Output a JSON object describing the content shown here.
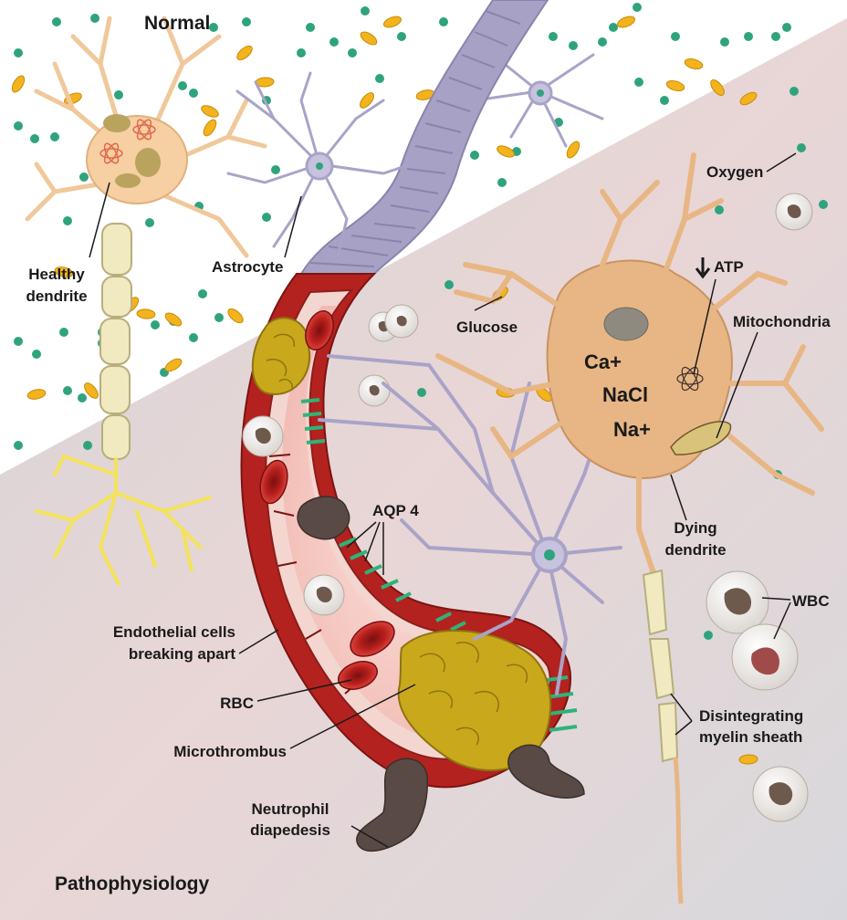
{
  "sections": {
    "normal": "Normal",
    "pathophysiology": "Pathophysiology"
  },
  "labels": {
    "healthy_dendrite_1": "Healthy",
    "healthy_dendrite_2": "dendrite",
    "astrocyte": "Astrocyte",
    "oxygen": "Oxygen",
    "atp": "ATP",
    "glucose": "Glucose",
    "mitochondria": "Mitochondria",
    "aqp4": "AQP 4",
    "dying_dendrite_1": "Dying",
    "dying_dendrite_2": "dendrite",
    "wbc": "WBC",
    "endothelial_1": "Endothelial cells",
    "endothelial_2": "breaking apart",
    "rbc": "RBC",
    "microthrombus": "Microthrombus",
    "disintegrating_1": "Disintegrating",
    "disintegrating_2": "myelin sheath",
    "neutrophil_1": "Neutrophil",
    "neutrophil_2": "diapedesis"
  },
  "ions": {
    "ca": "Ca+",
    "nacl": "NaCl",
    "na": "Na+"
  },
  "colors": {
    "oxygen": "#2fa37e",
    "glucose": "#f2b31c",
    "neuron_healthy": "#f6cfa3",
    "neuron_dying": "#e8b684",
    "astrocyte": "#a9a3c8",
    "vessel_wall": "#c8322e",
    "thrombus": "#c9a81c",
    "aqp4": "#2fb37a",
    "myelin": "#f1e9c0"
  }
}
